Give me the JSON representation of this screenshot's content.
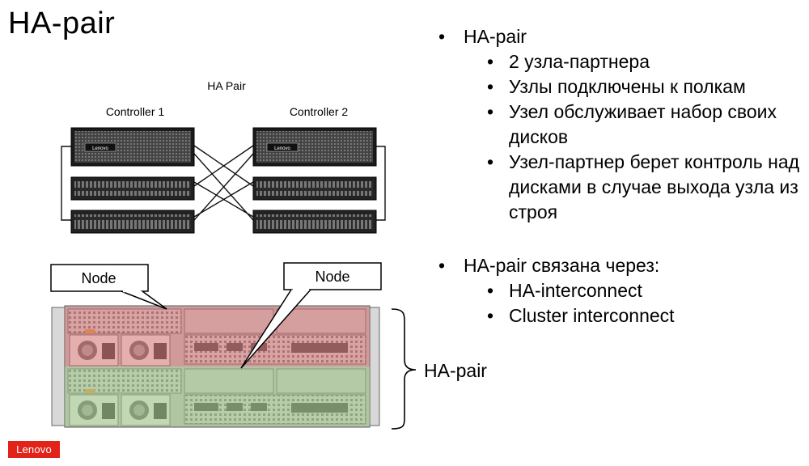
{
  "slide": {
    "title": "HA-pair"
  },
  "diagram_top": {
    "title": "HA Pair",
    "controller1_label": "Controller 1",
    "controller2_label": "Controller 2",
    "controller_badge": "Lenovo"
  },
  "diagram_bottom": {
    "callout_left": "Node",
    "callout_right": "Node",
    "brace_label": "HA-pair",
    "colors": {
      "node1_tint": "#e07e7e",
      "node2_tint": "#a6c98f"
    }
  },
  "bullets": {
    "items": [
      {
        "text": "HA-pair",
        "children": [
          "2 узла-партнера",
          "Узлы подключены к полкам",
          "Узел обслуживает набор своих дисков",
          "Узел-партнер берет контроль над дисками в случае выхода узла из строя"
        ]
      },
      {
        "text": "HA-pair связана через:",
        "children": [
          "HA-interconnect",
          "Cluster interconnect"
        ]
      }
    ]
  },
  "logo": {
    "text": "Lenovo",
    "color": "#e2231a"
  }
}
